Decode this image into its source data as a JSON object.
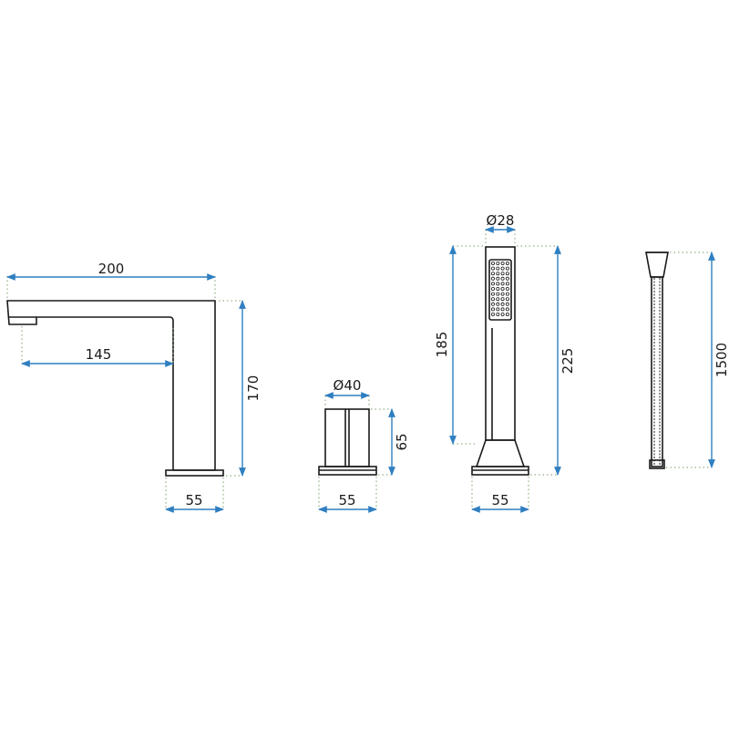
{
  "colors": {
    "outline": "#1a1a1a",
    "dimension_line": "#2f7fc0",
    "extension_line": "#7a9f6a"
  },
  "spout": {
    "length_label": "200",
    "reach_label": "145",
    "height_label": "170",
    "base_label": "55"
  },
  "valve": {
    "diameter_label": "Ø40",
    "height_label": "65",
    "base_label": "55"
  },
  "hand_shower": {
    "diameter_label": "Ø28",
    "handle_height_label": "185",
    "total_height_label": "225",
    "base_label": "55"
  },
  "hose": {
    "length_label": "1500"
  }
}
